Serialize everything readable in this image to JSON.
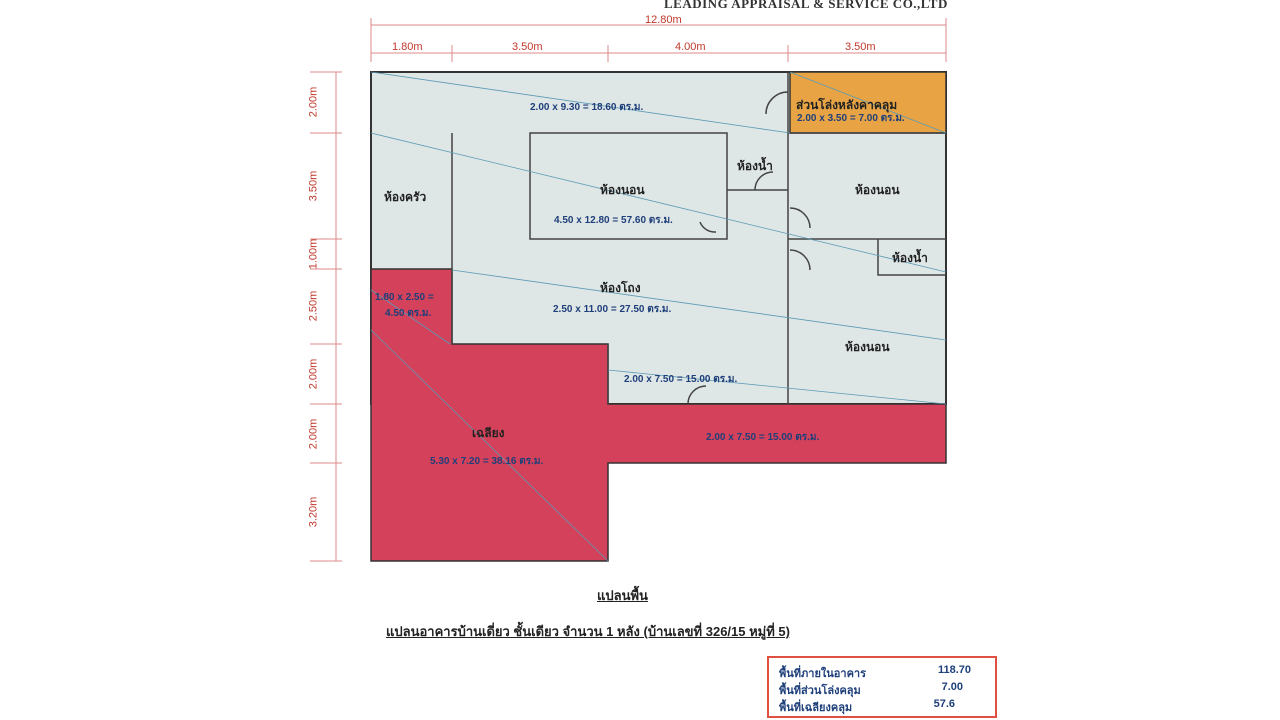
{
  "header": {
    "company": "LEADING APPRAISAL & SERVICE CO.,LTD"
  },
  "dimensions": {
    "total_width": "12.80m",
    "horizontal": [
      "1.80m",
      "3.50m",
      "4.00m",
      "3.50m"
    ],
    "vertical": [
      "2.00m",
      "3.50m",
      "1.00m",
      "2.50m",
      "2.00m",
      "2.00m",
      "3.20m"
    ]
  },
  "rooms": {
    "covered_open_area": "ส่วนโล่งหลังคาคลุม",
    "kitchen": "ห้องครัว",
    "bedroom_1": "ห้องนอน",
    "bathroom_1": "ห้องน้ำ",
    "bedroom_2": "ห้องนอน",
    "bathroom_2": "ห้องน้ำ",
    "hall": "ห้องโถง",
    "bedroom_3": "ห้องนอน",
    "porch": "เฉลียง"
  },
  "areas": {
    "top_strip": "2.00 x 9.30 = 18.60 ตร.ม.",
    "covered_open": "2.00 x 3.50 = 7.00 ตร.ม.",
    "main_block": "4.50 x 12.80 = 57.60 ตร.ม.",
    "hall": "2.50 x 11.00 = 27.50 ตร.ม.",
    "lower_block": "2.00 x 7.50 = 15.00 ตร.ม.",
    "porch_small_1": "1.80 x 2.50 =",
    "porch_small_2": "4.50 ตร.ม.",
    "porch_main": "5.30 x 7.20 = 38.16 ตร.ม.",
    "porch_strip": "2.00 x 7.50 = 15.00 ตร.ม."
  },
  "captions": {
    "title": "แปลนพื้น",
    "subtitle": "แปลนอาคารบ้านเดี่ยว ชั้นเดียว จำนวน 1 หลัง (บ้านเลขที่ 326/15 หมู่ที่ 5)"
  },
  "summary": [
    {
      "label": "พื้นที่ภายในอาคาร",
      "value": "118.70"
    },
    {
      "label": "พื้นที่ส่วนโล่งคลุม",
      "value": "7.00"
    },
    {
      "label": "พื้นที่เฉลียงคลุม",
      "value": "57.6"
    }
  ],
  "colors": {
    "interior": "#dfe6e6",
    "porch": "#d4415a",
    "covered": "#e8a444",
    "dim": "#c0392b",
    "text_area": "#1e3f7a"
  }
}
